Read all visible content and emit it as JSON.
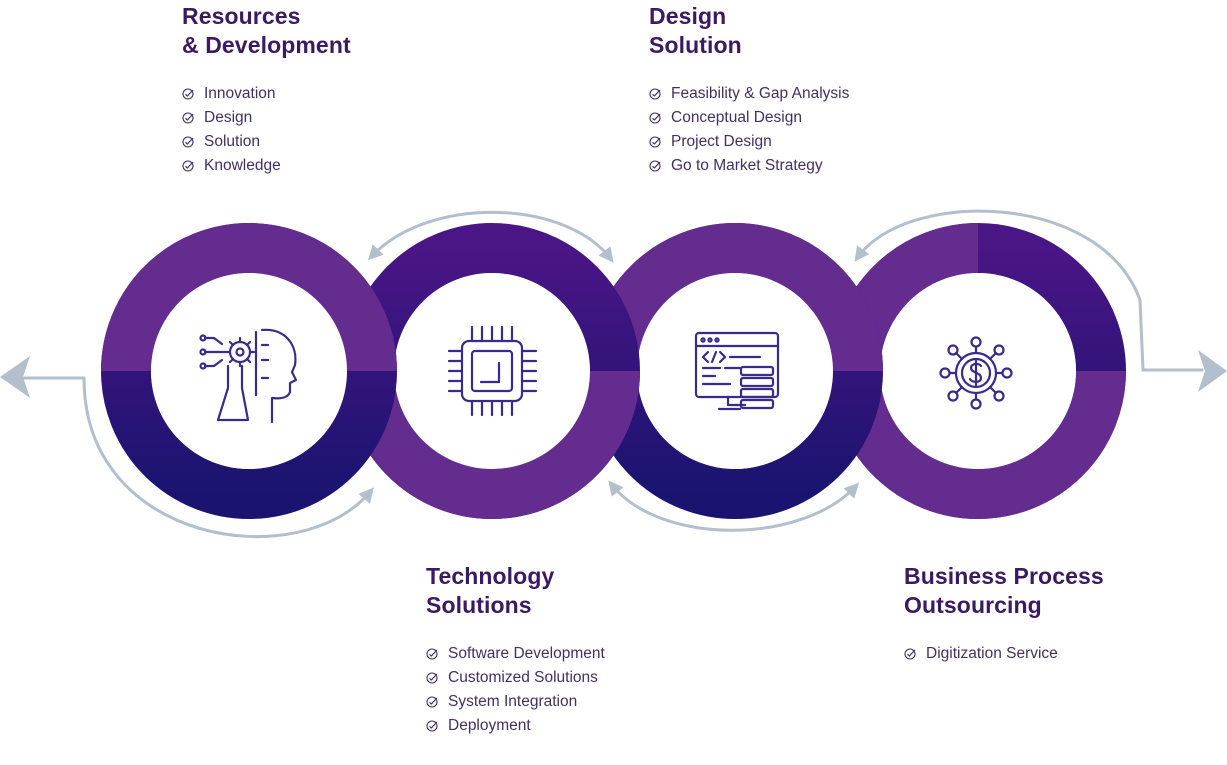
{
  "colors": {
    "ring_light": "#652c90",
    "ring_dark_top": "#4a1585",
    "ring_dark_bottom": "#1a1470",
    "icon_stroke": "#3a2a8a",
    "arrow": "#b3bfcb",
    "heading": "#3b1a63",
    "text": "#43305f"
  },
  "stages": [
    {
      "id": "resources-development",
      "title_line1": "Resources",
      "title_line2": "& Development",
      "icon": "ai-head-gear-icon",
      "items": [
        "Innovation",
        "Design",
        "Solution",
        "Knowledge"
      ]
    },
    {
      "id": "technology-solutions",
      "title_line1": "Technology",
      "title_line2": "Solutions",
      "icon": "microchip-icon",
      "items": [
        "Software Development",
        "Customized Solutions",
        "System Integration",
        "Deployment"
      ]
    },
    {
      "id": "design-solution",
      "title_line1": "Design",
      "title_line2": "Solution",
      "icon": "code-monitor-icon",
      "items": [
        "Feasibility & Gap Analysis",
        "Conceptual Design",
        "Project Design",
        "Go to Market Strategy"
      ]
    },
    {
      "id": "business-process-outsourcing",
      "title_line1": "Business Process",
      "title_line2": "Outsourcing",
      "icon": "dollar-network-icon",
      "items": [
        "Digitization Service"
      ]
    }
  ]
}
